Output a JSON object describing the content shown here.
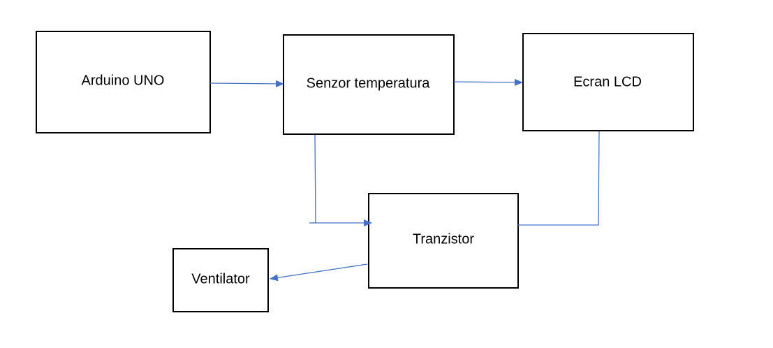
{
  "diagram": {
    "blocks": {
      "arduino": {
        "label": "Arduino UNO"
      },
      "senzor": {
        "label": "Senzor temperatura"
      },
      "lcd": {
        "label": "Ecran LCD"
      },
      "tranzistor": {
        "label": "Tranzistor"
      },
      "ventilator": {
        "label": "Ventilator"
      }
    },
    "colors": {
      "block_border": "#000000",
      "connector": "#4472C4",
      "background": "#ffffff"
    }
  }
}
